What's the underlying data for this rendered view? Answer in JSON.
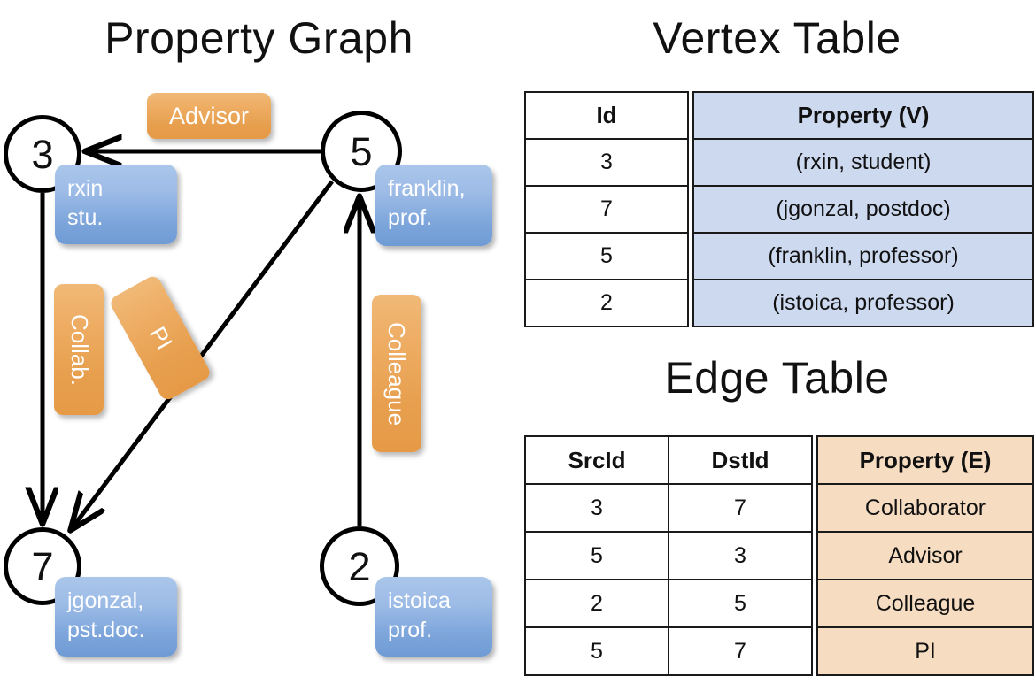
{
  "titles": {
    "property_graph": "Property Graph",
    "vertex_table": "Vertex Table",
    "edge_table": "Edge Table"
  },
  "colors": {
    "vertex_property_fill": "#ccd9ef",
    "edge_property_fill": "#f6ddc2",
    "vertex_chip": "#7ba4da",
    "edge_chip": "#e79f4e",
    "stroke": "#000000"
  },
  "graph": {
    "nodes": [
      {
        "id": "3",
        "label": "3",
        "property_line1": "rxin",
        "property_line2": "stu."
      },
      {
        "id": "5",
        "label": "5",
        "property_line1": "franklin,",
        "property_line2": "prof."
      },
      {
        "id": "7",
        "label": "7",
        "property_line1": "jgonzal,",
        "property_line2": "pst.doc."
      },
      {
        "id": "2",
        "label": "2",
        "property_line1": "istoica",
        "property_line2": "prof."
      }
    ],
    "edges": [
      {
        "src": "5",
        "dst": "3",
        "label": "Advisor"
      },
      {
        "src": "3",
        "dst": "7",
        "label": "Collab."
      },
      {
        "src": "5",
        "dst": "7",
        "label": "PI"
      },
      {
        "src": "2",
        "dst": "5",
        "label": "Colleague"
      }
    ]
  },
  "vertex_table": {
    "headers": {
      "id": "Id",
      "property": "Property (V)"
    },
    "rows": [
      {
        "id": "3",
        "property": "(rxin, student)"
      },
      {
        "id": "7",
        "property": "(jgonzal, postdoc)"
      },
      {
        "id": "5",
        "property": "(franklin, professor)"
      },
      {
        "id": "2",
        "property": "(istoica, professor)"
      }
    ]
  },
  "edge_table": {
    "headers": {
      "src": "SrcId",
      "dst": "DstId",
      "property": "Property (E)"
    },
    "rows": [
      {
        "src": "3",
        "dst": "7",
        "property": "Collaborator"
      },
      {
        "src": "5",
        "dst": "3",
        "property": "Advisor"
      },
      {
        "src": "2",
        "dst": "5",
        "property": "Colleague"
      },
      {
        "src": "5",
        "dst": "7",
        "property": "PI"
      }
    ]
  }
}
